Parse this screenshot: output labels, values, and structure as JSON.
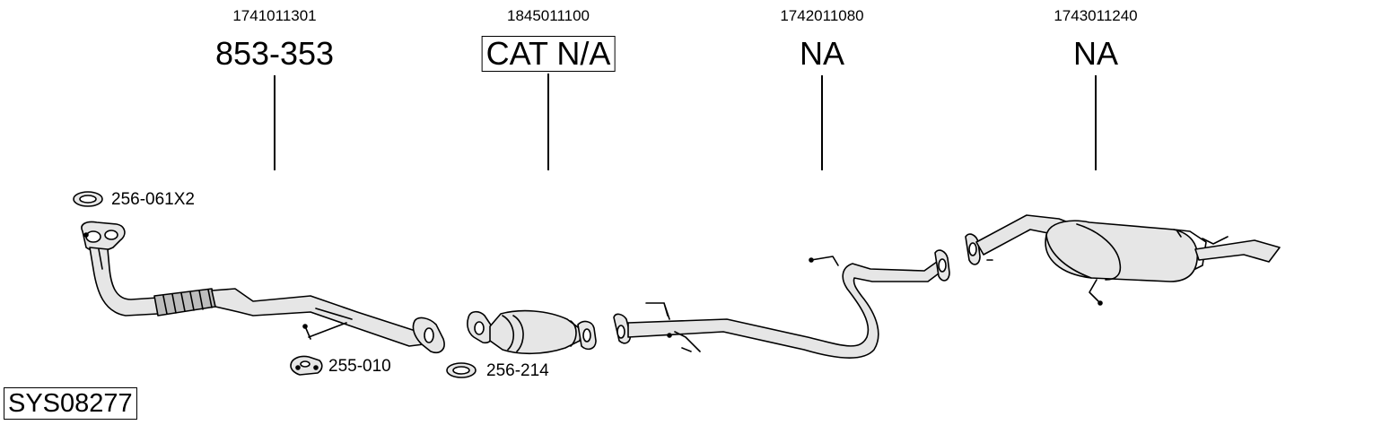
{
  "parts": [
    {
      "oe_number": "1741011301",
      "part_code": "853-353",
      "boxed": false
    },
    {
      "oe_number": "1845011100",
      "part_code": "CAT N/A",
      "boxed": true
    },
    {
      "oe_number": "1742011080",
      "part_code": "NA",
      "boxed": false
    },
    {
      "oe_number": "1743011240",
      "part_code": "NA",
      "boxed": false
    }
  ],
  "accessories": [
    {
      "code": "256-061X2",
      "icon": "gasket-ring-icon"
    },
    {
      "code": "255-010",
      "icon": "mounting-bracket-icon"
    },
    {
      "code": "256-214",
      "icon": "gasket-ring-icon"
    }
  ],
  "system_id": "SYS08277",
  "colors": {
    "line": "#000000",
    "pipe_fill": "#e6e6e6",
    "shade": "#bdbdbd"
  }
}
